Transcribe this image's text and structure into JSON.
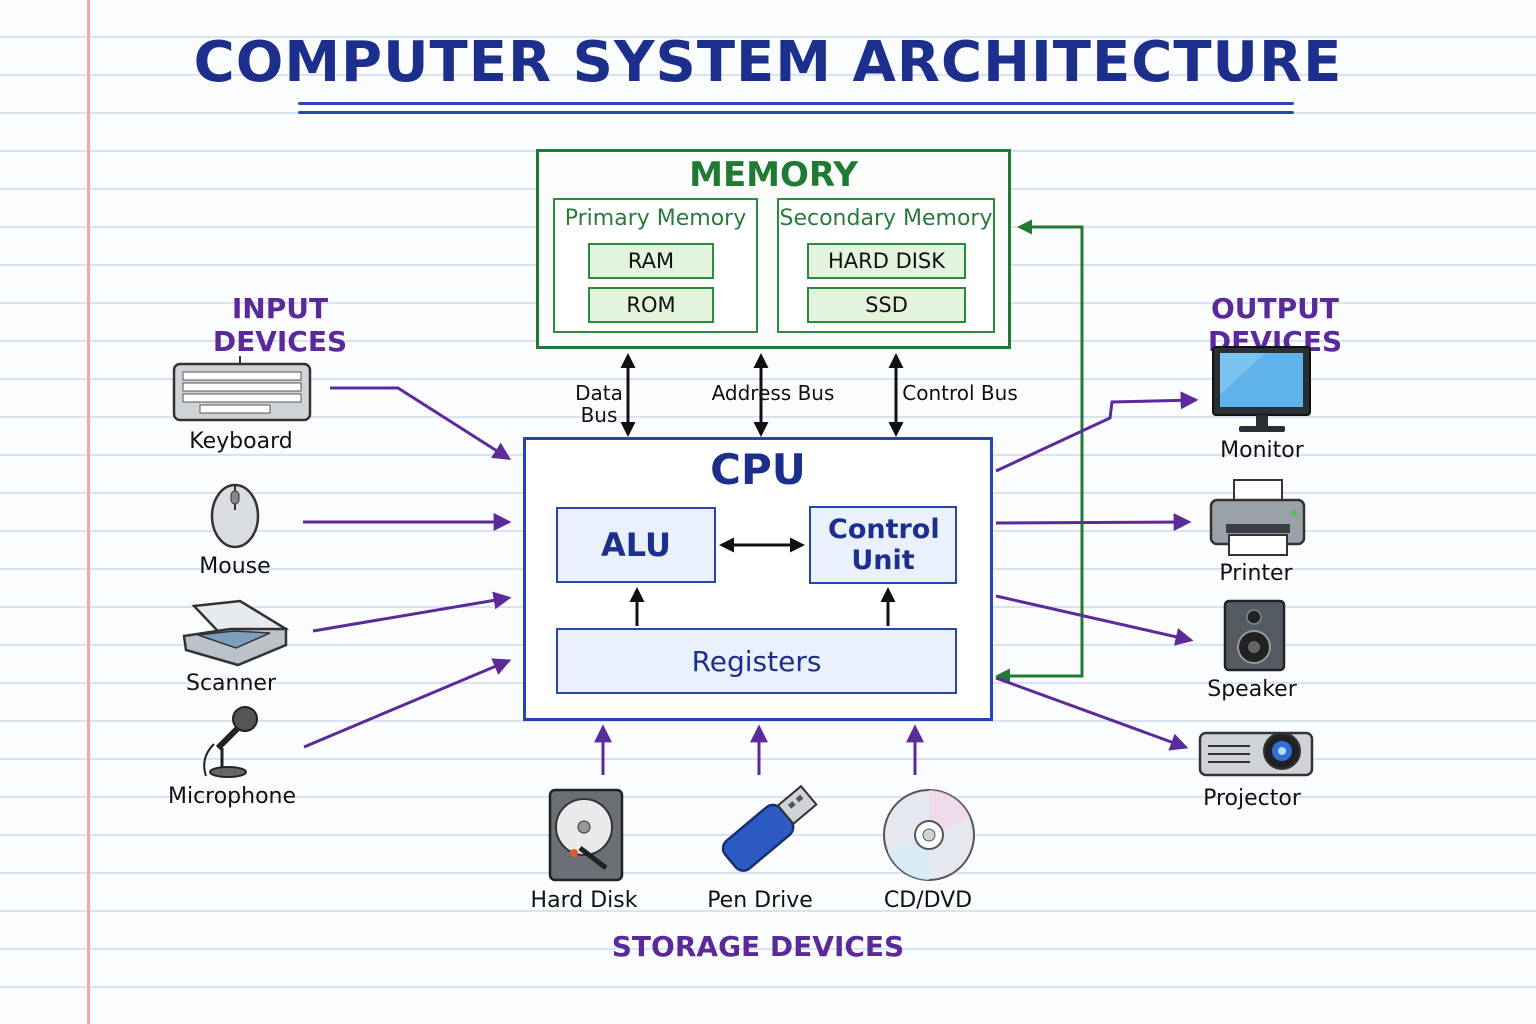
{
  "title": "COMPUTER SYSTEM ARCHITECTURE",
  "memory": {
    "title": "MEMORY",
    "primary": {
      "label": "Primary Memory",
      "items": [
        "RAM",
        "ROM"
      ]
    },
    "secondary": {
      "label": "Secondary Memory",
      "items": [
        "HARD DISK",
        "SSD"
      ]
    }
  },
  "buses": {
    "data": "Data Bus",
    "address": "Address Bus",
    "control": "Control Bus"
  },
  "cpu": {
    "title": "CPU",
    "alu": "ALU",
    "control_unit": "Control Unit",
    "registers": "Registers"
  },
  "input": {
    "title": "INPUT DEVICES",
    "devices": [
      "Keyboard",
      "Mouse",
      "Scanner",
      "Microphone"
    ]
  },
  "output": {
    "title": "OUTPUT DEVICES",
    "devices": [
      "Monitor",
      "Printer",
      "Speaker",
      "Projector"
    ]
  },
  "storage": {
    "title": "STORAGE DEVICES",
    "devices": [
      "Hard Disk",
      "Pen Drive",
      "CD/DVD"
    ]
  },
  "colors": {
    "title": "#1c2f8c",
    "memory": "#1f7a33",
    "cpu": "#2446b5",
    "device_arrows": "#5b2a9b",
    "section_labels": "#5a2a9b"
  }
}
